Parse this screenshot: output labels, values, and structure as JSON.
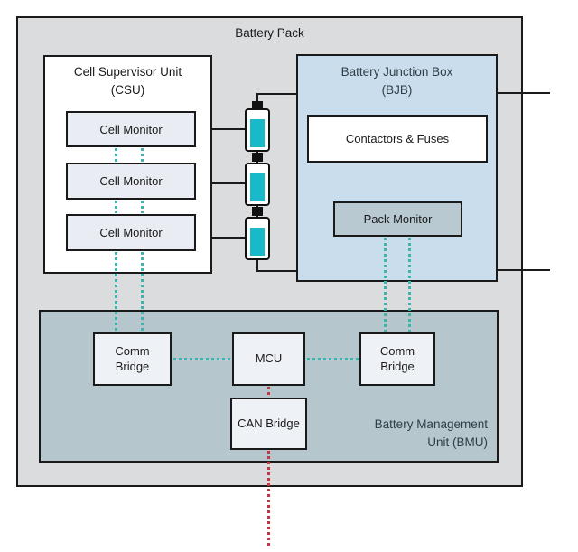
{
  "diagram": {
    "title": "Battery Pack",
    "csu": {
      "title": "Cell Supervisor Unit",
      "subtitle": "(CSU)",
      "monitors": [
        "Cell Monitor",
        "Cell Monitor",
        "Cell Monitor"
      ]
    },
    "batteries": {
      "count": 3
    },
    "bjb": {
      "title": "Battery Junction Box",
      "subtitle": "(BJB)",
      "contactors_label": "Contactors & Fuses",
      "pack_monitor_label": "Pack Monitor"
    },
    "bmu": {
      "label_line1": "Battery Management",
      "label_line2": "Unit (BMU)",
      "comm_bridge_left": "Comm Bridge",
      "mcu": "MCU",
      "comm_bridge_right": "Comm Bridge",
      "can_bridge": "CAN Bridge"
    },
    "colors": {
      "pack_fill": "#dbdcdd",
      "csu_fill": "#ffffff",
      "monitor_fill": "#e9edf3",
      "bjb_fill": "#cadded",
      "pack_monitor_fill": "#b9c9d2",
      "bmu_fill": "#b5c7cd",
      "module_fill": "#eef1f5",
      "battery_fill": "#19b9c9",
      "line": "#1a1a1a",
      "dotted_teal": "#3ab6ae",
      "dotted_red": "#c53440"
    }
  }
}
